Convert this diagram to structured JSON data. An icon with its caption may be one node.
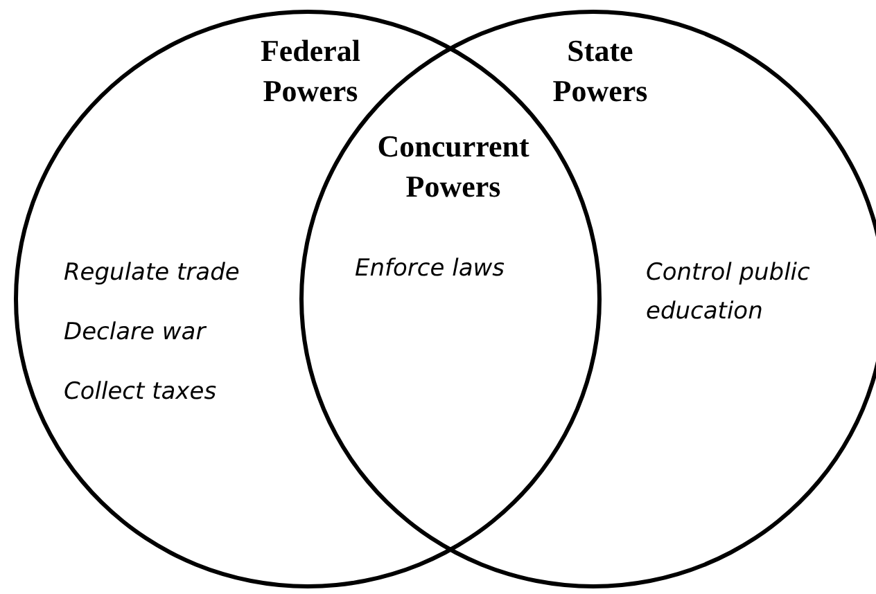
{
  "diagram": {
    "nodes": [
      {
        "text": [
          "Federal Powers",
          "Regulate trade",
          "Declare war",
          "Collect taxes"
        ]
      },
      {
        "text": [
          "State Powers",
          "Control public education"
        ]
      }
    ],
    "edges": [],
    "labels": [
      "Concurrent Powers",
      "Enforce laws"
    ]
  }
}
